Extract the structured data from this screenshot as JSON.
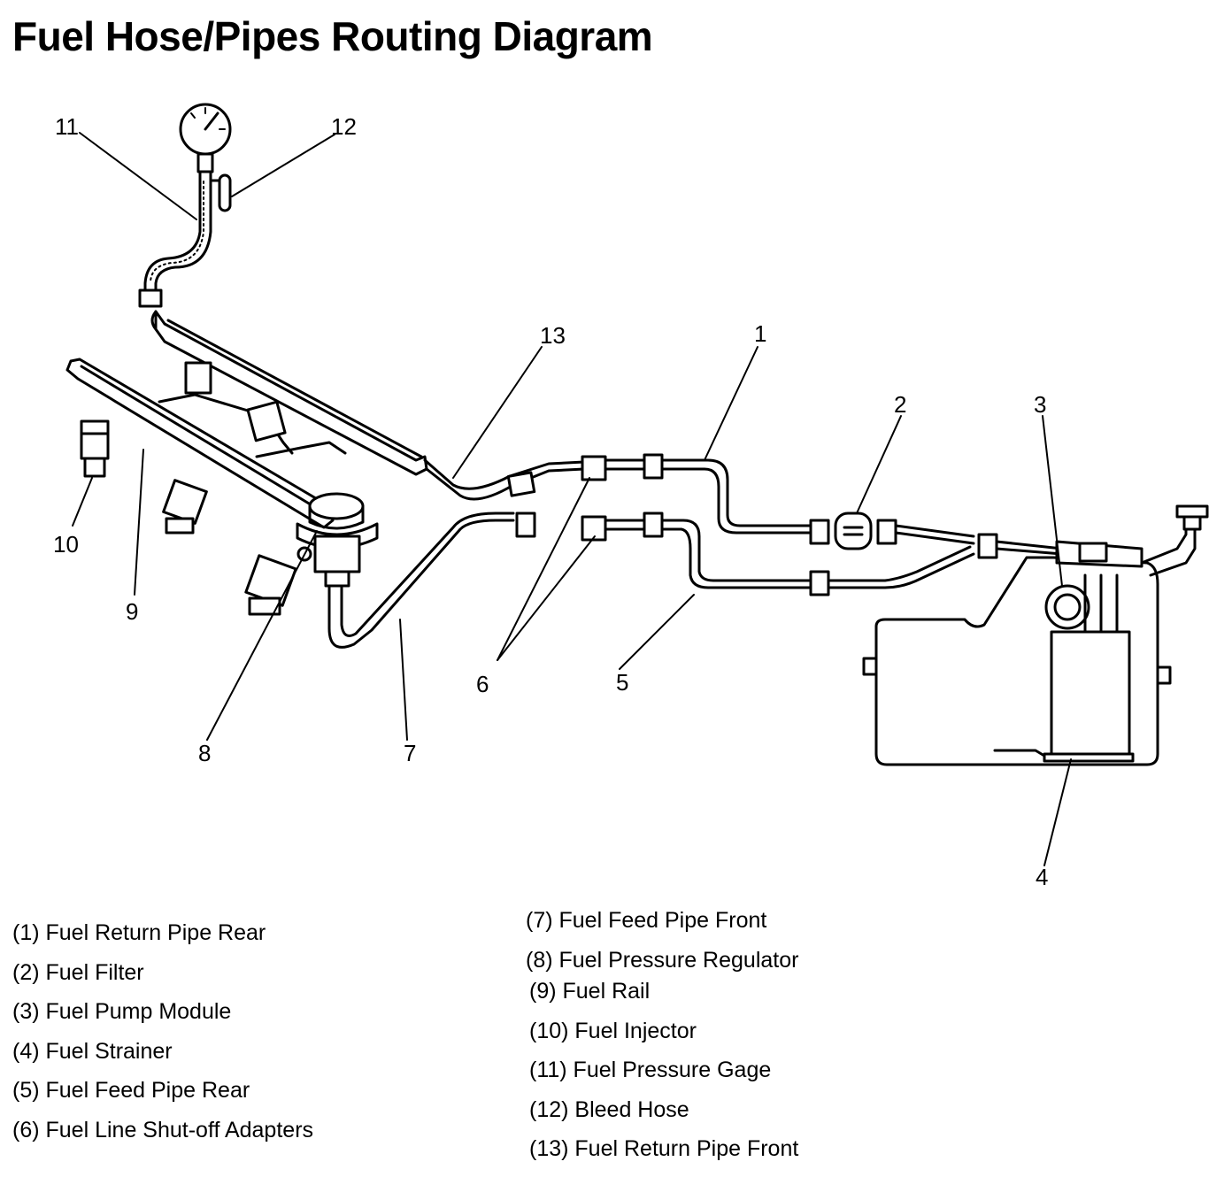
{
  "title": "Fuel Hose/Pipes Routing Diagram",
  "callouts": [
    "1",
    "2",
    "3",
    "4",
    "5",
    "6",
    "7",
    "8",
    "9",
    "10",
    "11",
    "12",
    "13"
  ],
  "legend_left": [
    "(1) Fuel Return Pipe Rear",
    "(2) Fuel Filter",
    "(3) Fuel Pump Module",
    "(4) Fuel Strainer",
    "(5) Fuel Feed Pipe Rear",
    "(6) Fuel Line Shut-off Adapters"
  ],
  "legend_right": [
    "(7) Fuel Feed Pipe Front",
    "(8) Fuel Pressure Regulator",
    "(9) Fuel Rail",
    "(10) Fuel Injector",
    "(11) Fuel Pressure Gage",
    "(12) Bleed Hose",
    "(13) Fuel Return Pipe Front"
  ]
}
